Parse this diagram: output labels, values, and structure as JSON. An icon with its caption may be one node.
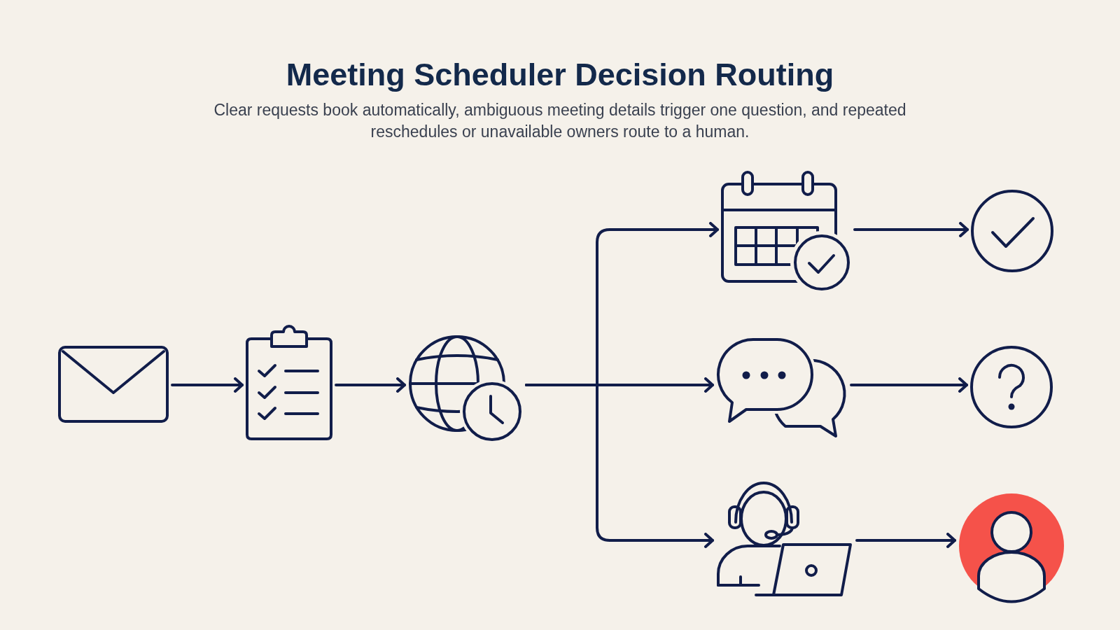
{
  "diagram": {
    "title": "Meeting Scheduler Decision Routing",
    "caption": "Clear requests book automatically, ambiguous meeting details trigger one question, and repeated reschedules or unavailable owners route to a human.",
    "nodes": [
      {
        "text": [],
        "shape": "picture"
      },
      {
        "text": [],
        "shape": "picture"
      },
      {
        "text": [],
        "shape": "picture"
      },
      {
        "text": [],
        "shape": "picture"
      },
      {
        "text": [],
        "shape": "picture"
      },
      {
        "text": [],
        "shape": "picture"
      },
      {
        "text": [],
        "shape": "circle"
      },
      {
        "text": [],
        "shape": "circle"
      },
      {
        "text": [],
        "shape": "person"
      }
    ],
    "edges": [
      {
        "from": 0,
        "to": 1,
        "arrow": "to"
      },
      {
        "from": 1,
        "to": 2,
        "arrow": "to"
      },
      {
        "from": 2,
        "to": 3,
        "arrow": "to"
      },
      {
        "from": 2,
        "to": 4,
        "arrow": "to"
      },
      {
        "from": 2,
        "to": 5,
        "arrow": "to"
      },
      {
        "from": 3,
        "to": 6,
        "arrow": "to"
      },
      {
        "from": 4,
        "to": 7,
        "arrow": "to"
      },
      {
        "from": 5,
        "to": 8,
        "arrow": "to"
      }
    ]
  }
}
